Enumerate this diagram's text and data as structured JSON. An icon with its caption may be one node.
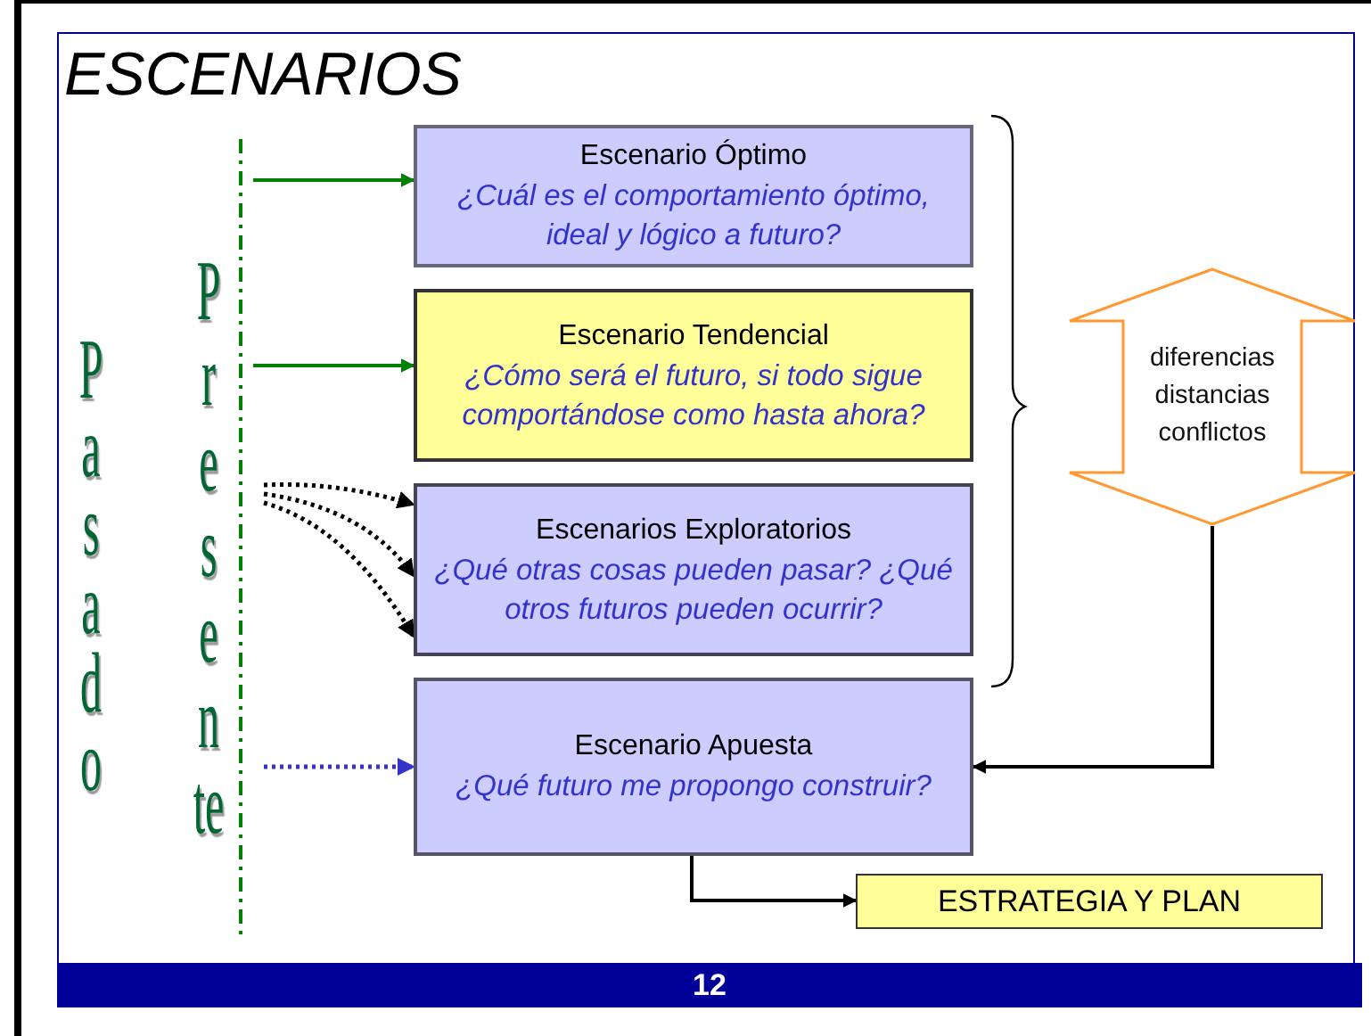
{
  "diagram": {
    "title": "ESCENARIOS",
    "nodes": [
      {
        "text": [
          "Escenario Óptimo",
          "¿Cuál es el comportamiento óptimo, ideal y lógico a futuro?"
        ]
      },
      {
        "text": [
          "Escenario Tendencial",
          "¿Cómo será el futuro, si todo sigue comportándose como hasta ahora?"
        ]
      },
      {
        "text": [
          "Escenarios Exploratorios",
          "¿Qué otras cosas pueden pasar? ¿Qué otros futuros pueden ocurrir?"
        ]
      },
      {
        "text": [
          "Escenario Apuesta",
          "¿Qué futuro me propongo construir?"
        ]
      },
      {
        "text": [
          "diferencias distancias conflictos"
        ]
      },
      {
        "text": [
          "ESTRATEGIA Y PLAN"
        ]
      }
    ],
    "edges": [
      {
        "from": null,
        "to": 0,
        "arrow": "to",
        "color": "#008000"
      },
      {
        "from": null,
        "to": 1,
        "arrow": "to",
        "color": "#008000"
      },
      {
        "from": null,
        "to": 2,
        "arrow": "to",
        "style": "dashed"
      },
      {
        "from": null,
        "to": 2,
        "arrow": "to",
        "style": "dashed"
      },
      {
        "from": null,
        "to": 2,
        "arrow": "to",
        "style": "dashed"
      },
      {
        "from": null,
        "to": 3,
        "arrow": "to",
        "style": "dashed",
        "color": "#3333cc"
      },
      {
        "from": 4,
        "to": 3,
        "arrow": "to"
      },
      {
        "from": 3,
        "to": 5,
        "arrow": "to"
      }
    ],
    "labels": [
      "Pasado",
      "Presente",
      "12"
    ]
  }
}
